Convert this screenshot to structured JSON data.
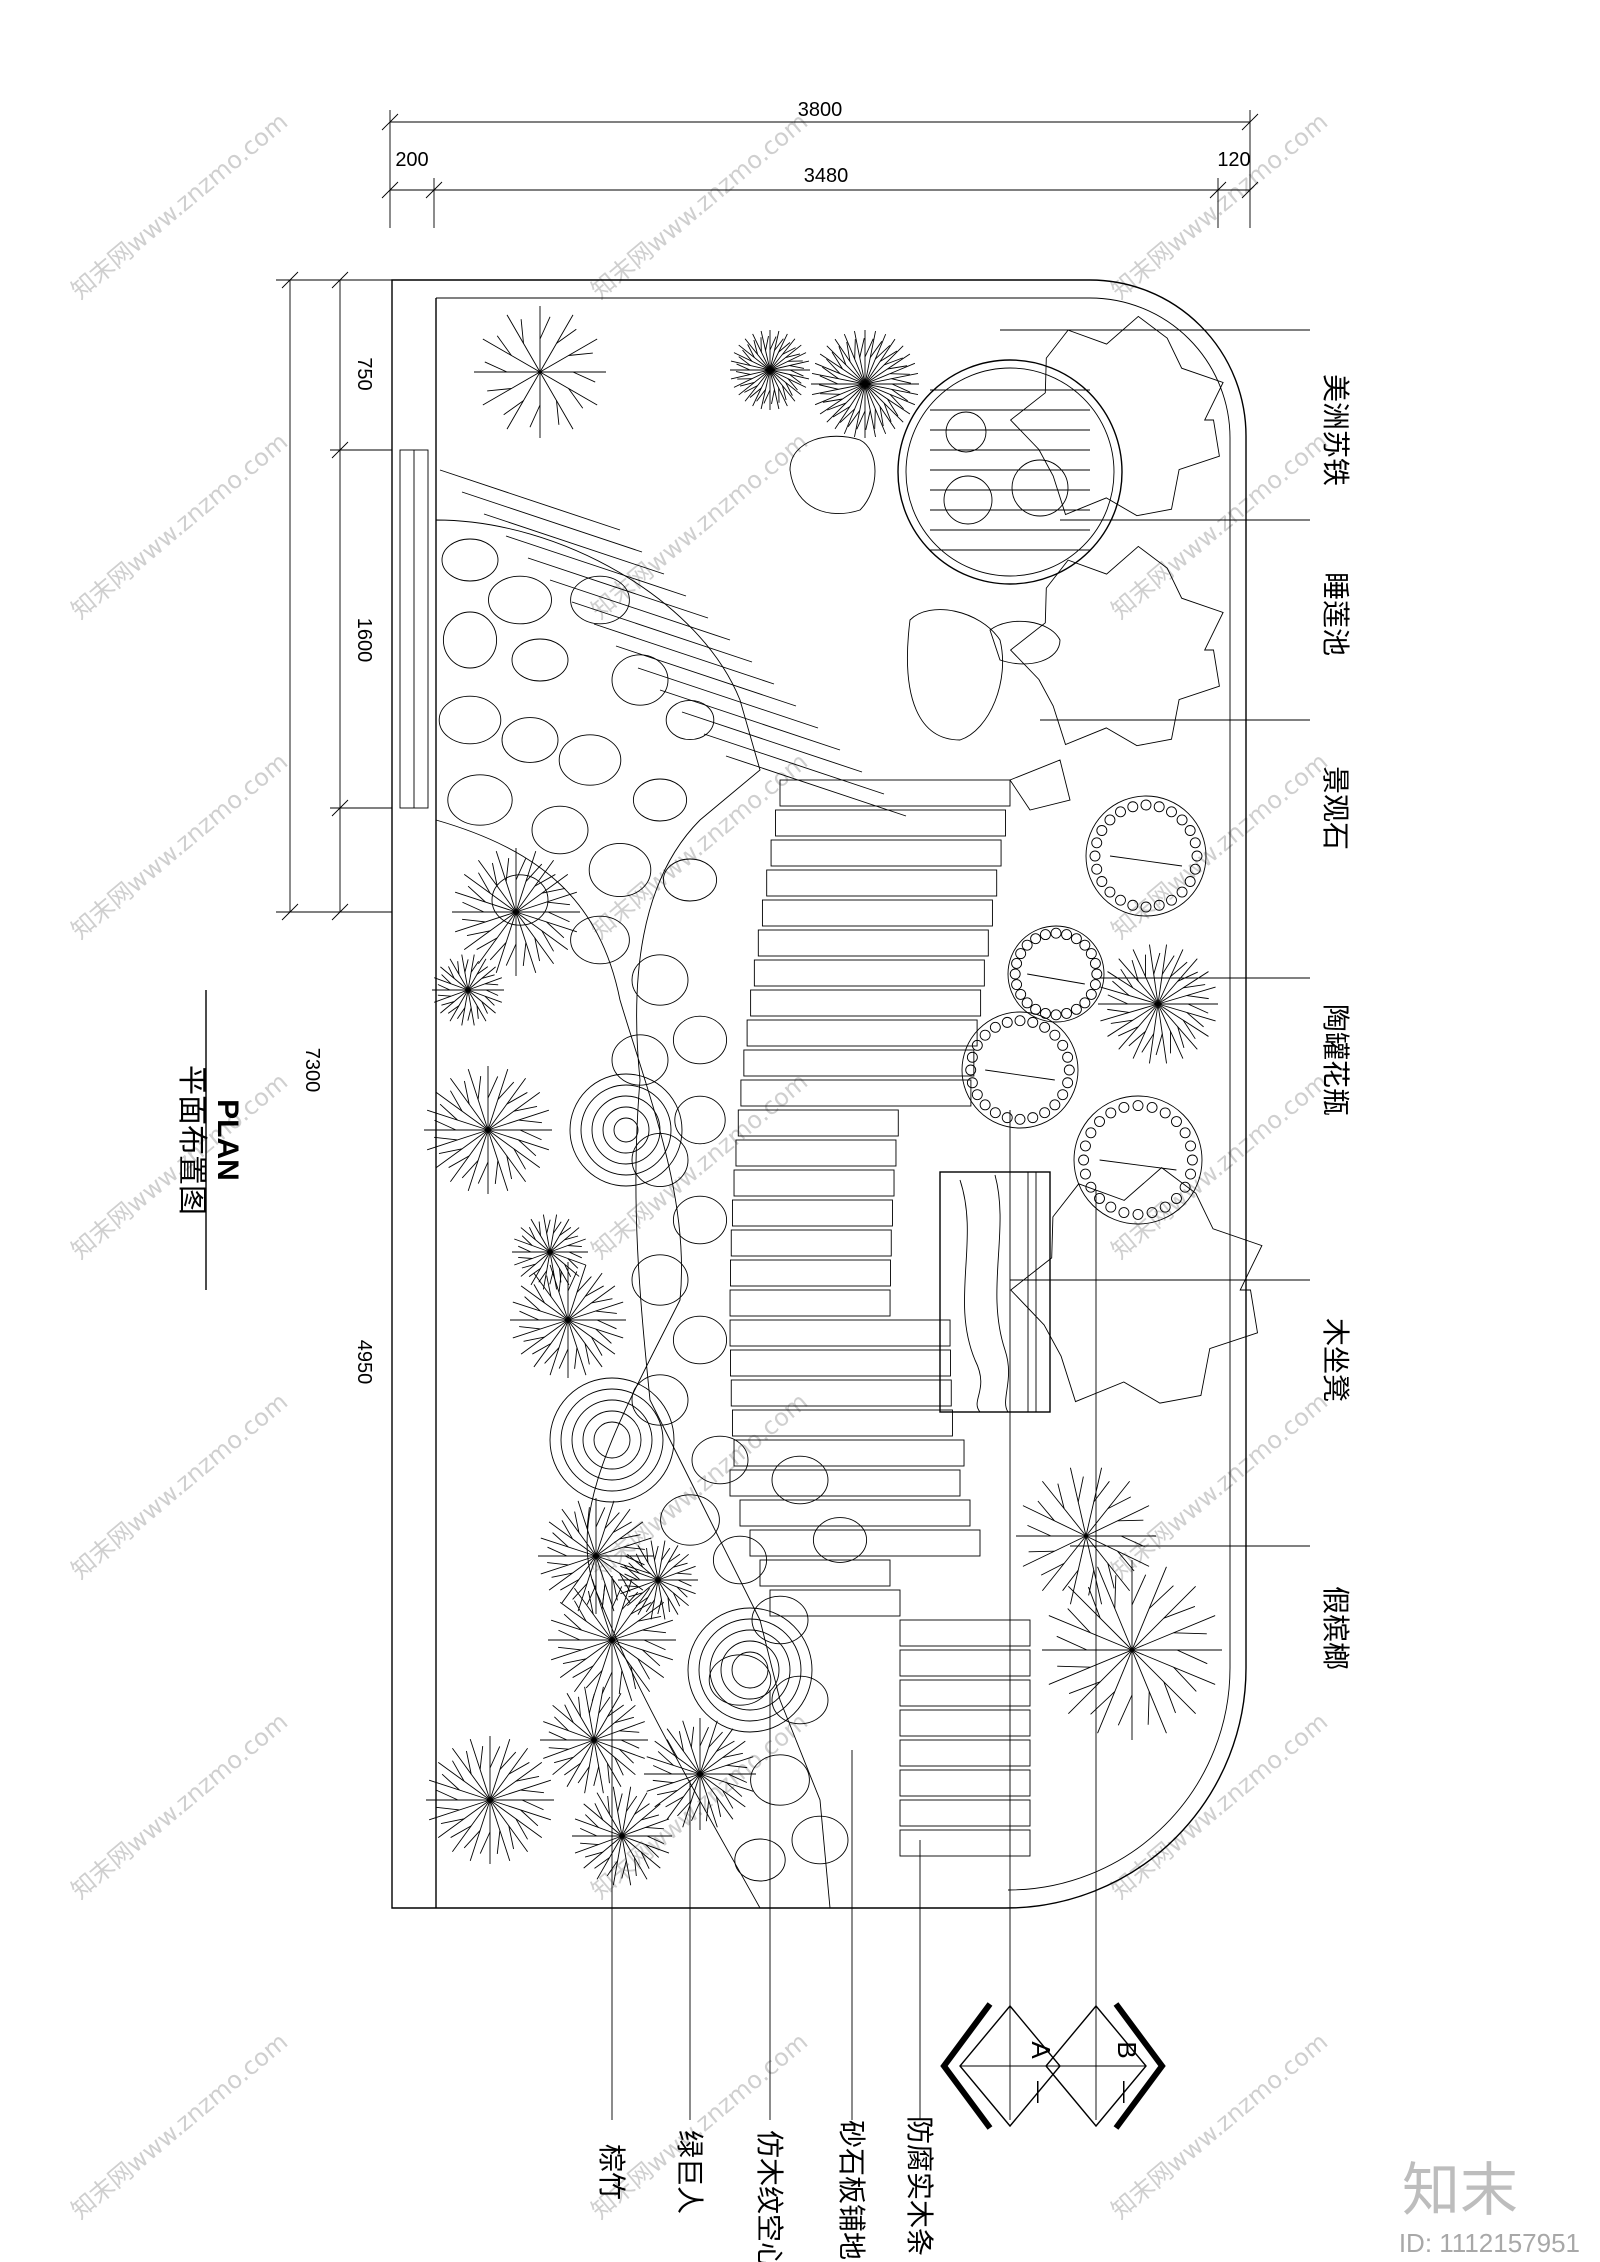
{
  "plan": {
    "title_en": "PLAN",
    "title_cn": "平面布置图"
  },
  "dimensions": {
    "top_total": "3800",
    "top_left": "200",
    "top_middle": "3480",
    "top_right": "120",
    "left_1": "750",
    "left_2": "1600",
    "left_3": "4950",
    "left_total": "7300"
  },
  "right_labels": [
    "美洲苏铁",
    "睡莲池",
    "景观石",
    "陶罐花瓶",
    "木坐凳",
    "假槟榔"
  ],
  "bottom_labels": [
    "棕竹",
    "绿巨人",
    "仿木纹空心石凳",
    "砂石板铺地",
    "防腐实木条"
  ],
  "section_markers": [
    {
      "letter": "A",
      "sub": "—"
    },
    {
      "letter": "B",
      "sub": "—"
    }
  ],
  "watermark": {
    "logo": "知末",
    "id_text": "ID: 1112157951",
    "pattern_text": "知末网www.znzmo.com"
  }
}
